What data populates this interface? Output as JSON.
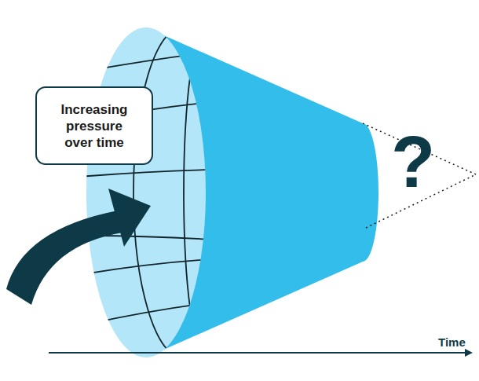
{
  "diagram": {
    "nodes": [
      {
        "text": [
          "Increasing pressure over time"
        ]
      }
    ],
    "labels": [
      "?",
      "Time"
    ]
  }
}
